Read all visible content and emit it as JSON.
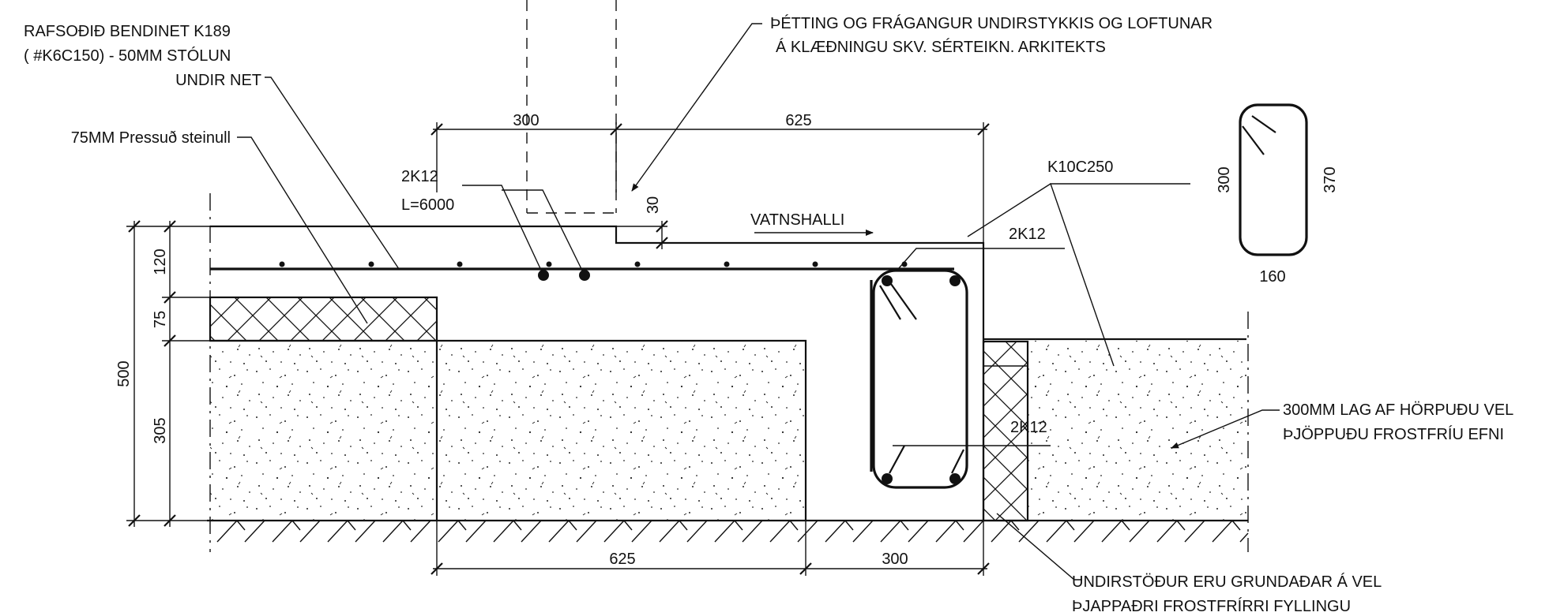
{
  "labels": {
    "mesh_line1": "RAFSOÐIÐ BENDINET K189",
    "mesh_line2": "( #K6C150) - 50MM STÓLUN",
    "mesh_line3": "UNDIR NET",
    "insulation": "75MM Pressuð steinull",
    "sealing_line1": "ÞÉTTING OG FRÁGANGUR UNDIRSTYKKIS OG LOFTUNAR",
    "sealing_line2": "Á KLÆÐNINGU SKV. SÉRTEIKN. ARKITEKTS",
    "rebar_2k12_a": "2K12",
    "rebar_length": "L=6000",
    "stirrup": "K10C250",
    "rebar_2k12_b": "2K12",
    "rebar_2k12_c": "2K12",
    "slope": "VATNSHALLI",
    "fill_line1": "300MM LAG AF HÖRPUÐU VEL",
    "fill_line2": "ÞJÖPPUÐU FROSTFRÍU EFNI",
    "footing_line1": "UNDIRSTÖÐUR ERU GRUNDAÐAR Á VEL",
    "footing_line2": "ÞJAPPAÐRI FROSTFRÍRRI FYLLINGU"
  },
  "dimensions": {
    "top_left": "300",
    "top_right": "625",
    "step": "30",
    "slab": "120",
    "insul": "75",
    "total": "500",
    "base": "305",
    "bottom_left": "625",
    "bottom_right": "300",
    "stirrup_inner": "300",
    "stirrup_outer": "370",
    "stirrup_width": "160"
  },
  "colors": {
    "line": "#111111",
    "background": "#ffffff"
  }
}
